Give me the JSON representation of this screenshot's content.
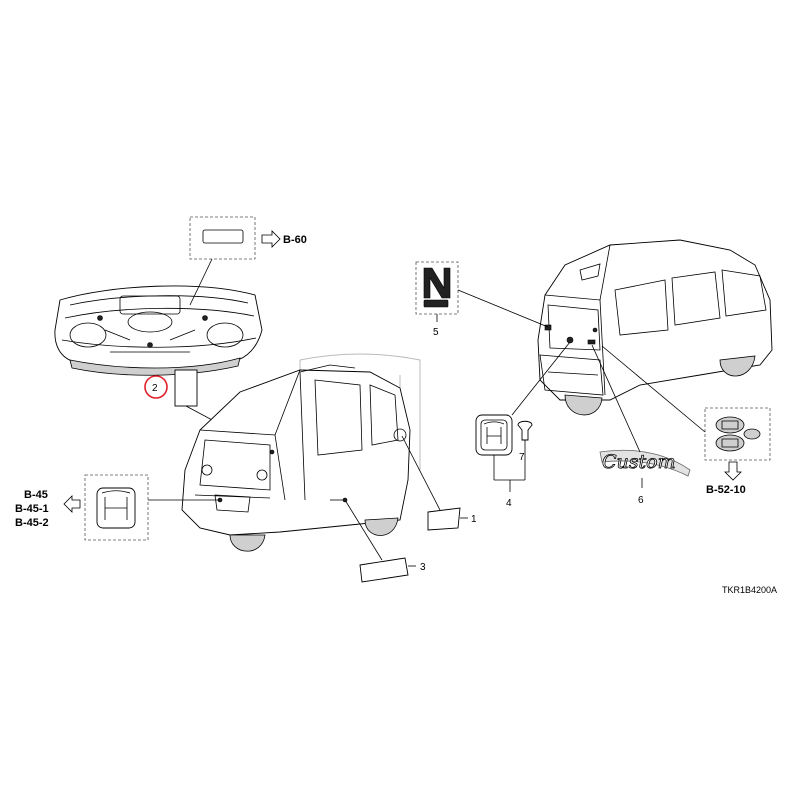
{
  "callouts": {
    "c1": "1",
    "c2": "2",
    "c3": "3",
    "c4": "4",
    "c5": "5",
    "c6": "6",
    "c7": "7"
  },
  "refs": {
    "b60": "B-60",
    "b45": "B-45",
    "b451": "B-45-1",
    "b452": "B-45-2",
    "b5210": "B-52-10"
  },
  "diagram_code": "TKR1B4200A",
  "custom_emblem_text": "Custom",
  "highlight_color": "#e0202a"
}
